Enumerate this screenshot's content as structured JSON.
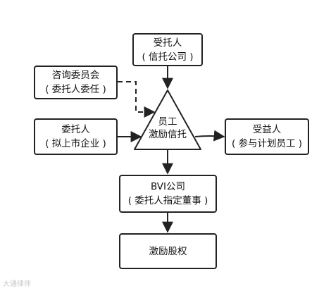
{
  "nodes": {
    "trustee": {
      "line1": "受托人",
      "line2": "( 信托公司 )"
    },
    "advisory_committee": {
      "line1": "咨询委员会",
      "line2": "( 委托人委任 )"
    },
    "center": {
      "line1": "员工",
      "line2": "激励信托"
    },
    "settlor": {
      "line1": "委托人",
      "line2": "( 拟上市企业 )"
    },
    "beneficiary": {
      "line1": "受益人",
      "line2": "( 参与计划员工 )"
    },
    "bvi": {
      "line1": "BVI公司",
      "line2": "( 委托人指定董事 )"
    },
    "equity": {
      "line1": "激励股权"
    }
  },
  "watermark": "大通律师",
  "colors": {
    "stroke": "#222222",
    "watermark": "#c8c8c8"
  }
}
